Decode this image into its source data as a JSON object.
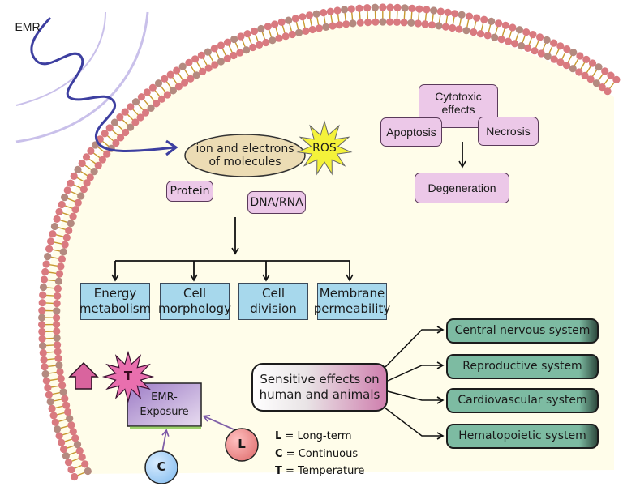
{
  "title_label": "EMR",
  "center": {
    "ellipse_text_line1": "ion and electrons",
    "ellipse_text_line2": "of molecules",
    "ros_label": "ROS",
    "protein_label": "Protein",
    "dna_label": "DNA/RNA"
  },
  "cytotoxic": {
    "title_line1": "Cytotoxic",
    "title_line2": "effects",
    "apoptosis": "Apoptosis",
    "necrosis": "Necrosis",
    "degeneration": "Degeneration"
  },
  "cell_effects": [
    {
      "line1": "Energy",
      "line2": "metabolism"
    },
    {
      "line1": "Cell",
      "line2": "morphology"
    },
    {
      "line1": "Cell",
      "line2": "division"
    },
    {
      "line1": "Membrane",
      "line2": "permeability"
    }
  ],
  "sensitive": {
    "line1": "Sensitive effects on",
    "line2": "human and animals",
    "systems": [
      "Central nervous system",
      "Reproductive system",
      "Cardiovascular system",
      "Hematopoietic system"
    ]
  },
  "exposure": {
    "line1": "EMR-",
    "line2": "Exposure",
    "t_badge": "T",
    "l_badge": "L",
    "c_badge": "C"
  },
  "legend": [
    {
      "key": "L",
      "text": " = Long-term"
    },
    {
      "key": "C",
      "text": " = Continuous"
    },
    {
      "key": "T",
      "text": " = Temperature"
    }
  ],
  "colors": {
    "cell_fill": "#fffdea",
    "membrane_head_a": "#d97a80",
    "membrane_head_b": "#b48a80",
    "membrane_tail": "#c89a30",
    "wave": "#3d3fa0",
    "pink_box": "#ecc8e8",
    "blue_box": "#a7d8ec",
    "green_box": "#7dbba2",
    "ellipse": "#ecdcb4",
    "ros": "#f4f23a"
  }
}
